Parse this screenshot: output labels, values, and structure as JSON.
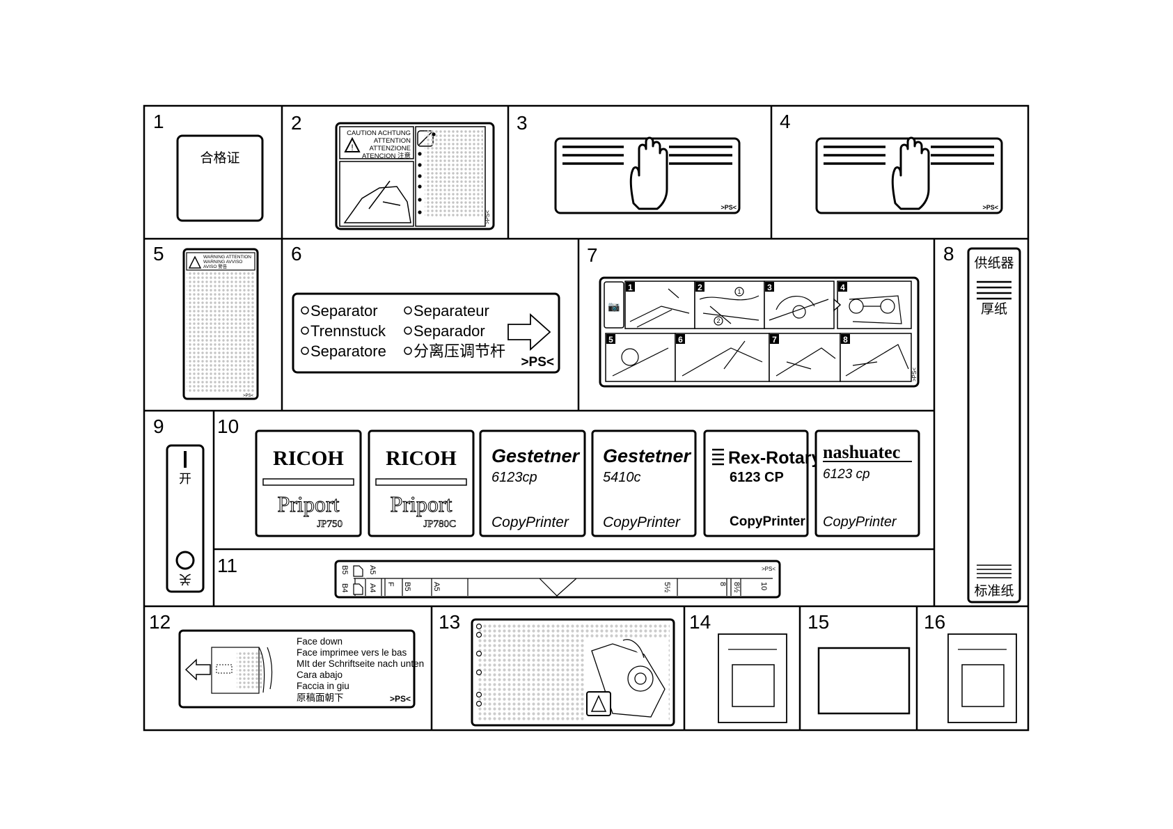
{
  "panels": {
    "p1": {
      "num": "1",
      "text": "合格证"
    },
    "p2": {
      "num": "2",
      "lines": [
        "CAUTION   ACHTUNG",
        "ATTENTION",
        "ATTENZIONE",
        "ATENCION 注意"
      ],
      "mark": ">PS<"
    },
    "p3": {
      "num": "3",
      "mark": ">PS<"
    },
    "p4": {
      "num": "4",
      "mark": ">PS<"
    },
    "p5": {
      "num": "5",
      "lines": [
        "WARNING ATTENTION",
        "WARNING  AVVISO",
        "AVISO 警告"
      ],
      "mark": ">PS<"
    },
    "p6": {
      "num": "6",
      "items": [
        "Separator",
        "Separateur",
        "Trennstuck",
        "Separador",
        "Separatore",
        "分离压调节杆"
      ],
      "mark": ">PS<"
    },
    "p7": {
      "num": "7",
      "steps": [
        "1",
        "2",
        "3",
        "4",
        "5",
        "6",
        "7",
        "8"
      ],
      "callouts": [
        "1",
        "2"
      ],
      "mark": ">PS<"
    },
    "p8": {
      "num": "8",
      "top": "供纸器",
      "mid": "厚纸",
      "bottom": "标准纸"
    },
    "p9": {
      "num": "9",
      "on": "开",
      "off": "关"
    },
    "p10": {
      "num": "10",
      "logos": [
        {
          "brand": "RICOH",
          "model": "Priport",
          "sub": "JP750"
        },
        {
          "brand": "RICOH",
          "model": "Priport",
          "sub": "JP780C"
        },
        {
          "brand": "Gestetner",
          "model": "6123cp",
          "sub": "CopyPrinter"
        },
        {
          "brand": "Gestetner",
          "model": "5410c",
          "sub": "CopyPrinter"
        },
        {
          "brand": "Rex-Rotary",
          "model": "6123 CP",
          "sub": "CopyPrinter"
        },
        {
          "brand": "nashuatec",
          "model": "6123 cp",
          "sub": "CopyPrinter"
        }
      ]
    },
    "p11": {
      "num": "11",
      "sizes": [
        "B5",
        "B4",
        "A5",
        "A4",
        "F",
        "B5",
        "A5",
        "5½",
        "8",
        "8½",
        "10"
      ],
      "mark": ">PS<"
    },
    "p12": {
      "num": "12",
      "lines": [
        "Face down",
        "Face imprimee vers le bas",
        "MIt der Schriftseite nach unten",
        "Cara abajo",
        "Faccia in giu",
        "原稿面朝下"
      ],
      "mark": ">PS<"
    },
    "p13": {
      "num": "13"
    },
    "p14": {
      "num": "14"
    },
    "p15": {
      "num": "15"
    },
    "p16": {
      "num": "16"
    }
  }
}
